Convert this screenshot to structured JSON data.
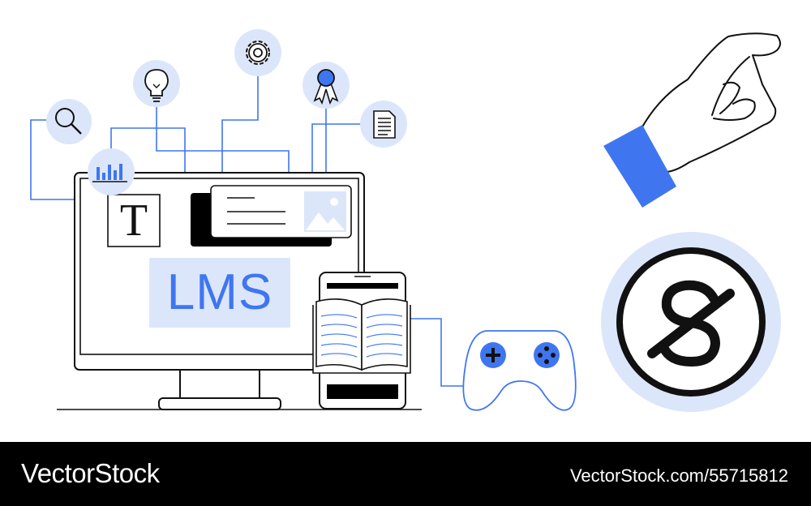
{
  "screen": {
    "brand_text": "LMS",
    "editor_letter": "T"
  },
  "watermark": {
    "brand": "VectorStock",
    "reference": "VectorStock.com/55715812"
  },
  "colors": {
    "accent": "#3f76f0",
    "soft": "#dce6fb",
    "ink": "#111111",
    "footer_bg": "#000000"
  },
  "icons": [
    "search-icon",
    "bar-chart-icon",
    "lightbulb-icon",
    "gear-icon",
    "award-ribbon-icon",
    "document-icon",
    "gamepad-icon",
    "dollar-coin-icon",
    "open-book-icon",
    "image-icon"
  ]
}
